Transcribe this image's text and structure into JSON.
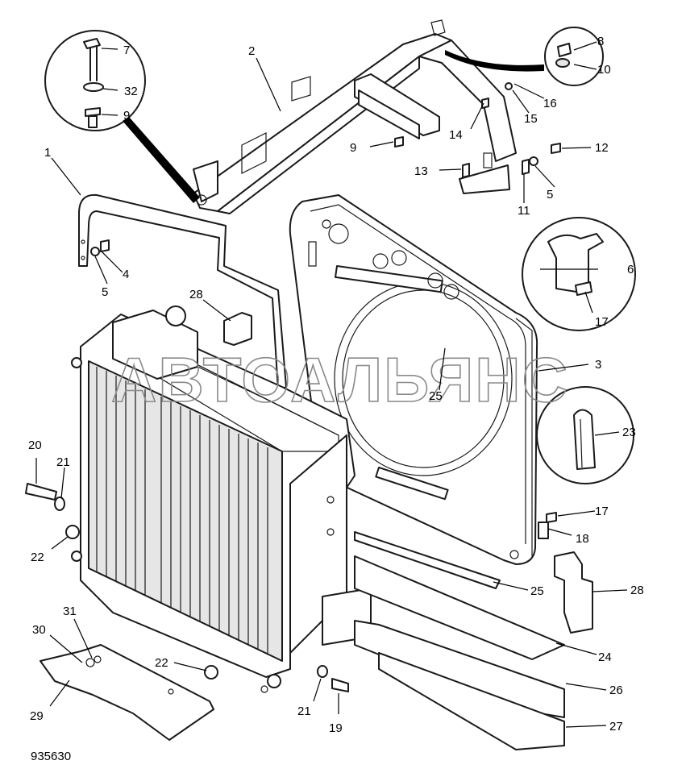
{
  "diagram": {
    "document_number": "935630",
    "watermark": "АВТОАЛЬЯНС",
    "callouts": [
      {
        "id": "c1",
        "text": "1"
      },
      {
        "id": "c2",
        "text": "2"
      },
      {
        "id": "c3",
        "text": "3"
      },
      {
        "id": "c4",
        "text": "4"
      },
      {
        "id": "c5a",
        "text": "5"
      },
      {
        "id": "c5b",
        "text": "5"
      },
      {
        "id": "c6",
        "text": "6"
      },
      {
        "id": "c7",
        "text": "7"
      },
      {
        "id": "c8",
        "text": "8"
      },
      {
        "id": "c9a",
        "text": "9"
      },
      {
        "id": "c9b",
        "text": "9"
      },
      {
        "id": "c10",
        "text": "10"
      },
      {
        "id": "c11",
        "text": "11"
      },
      {
        "id": "c12",
        "text": "12"
      },
      {
        "id": "c13",
        "text": "13"
      },
      {
        "id": "c14",
        "text": "14"
      },
      {
        "id": "c15",
        "text": "15"
      },
      {
        "id": "c16",
        "text": "16"
      },
      {
        "id": "c17a",
        "text": "17"
      },
      {
        "id": "c17b",
        "text": "17"
      },
      {
        "id": "c18",
        "text": "18"
      },
      {
        "id": "c19",
        "text": "19"
      },
      {
        "id": "c20",
        "text": "20"
      },
      {
        "id": "c21a",
        "text": "21"
      },
      {
        "id": "c21b",
        "text": "21"
      },
      {
        "id": "c22a",
        "text": "22"
      },
      {
        "id": "c22b",
        "text": "22"
      },
      {
        "id": "c23",
        "text": "23"
      },
      {
        "id": "c24",
        "text": "24"
      },
      {
        "id": "c25a",
        "text": "25"
      },
      {
        "id": "c25b",
        "text": "25"
      },
      {
        "id": "c26",
        "text": "26"
      },
      {
        "id": "c27",
        "text": "27"
      },
      {
        "id": "c28a",
        "text": "28"
      },
      {
        "id": "c28b",
        "text": "28"
      },
      {
        "id": "c29",
        "text": "29"
      },
      {
        "id": "c30",
        "text": "30"
      },
      {
        "id": "c31",
        "text": "31"
      },
      {
        "id": "c32",
        "text": "32"
      }
    ]
  }
}
